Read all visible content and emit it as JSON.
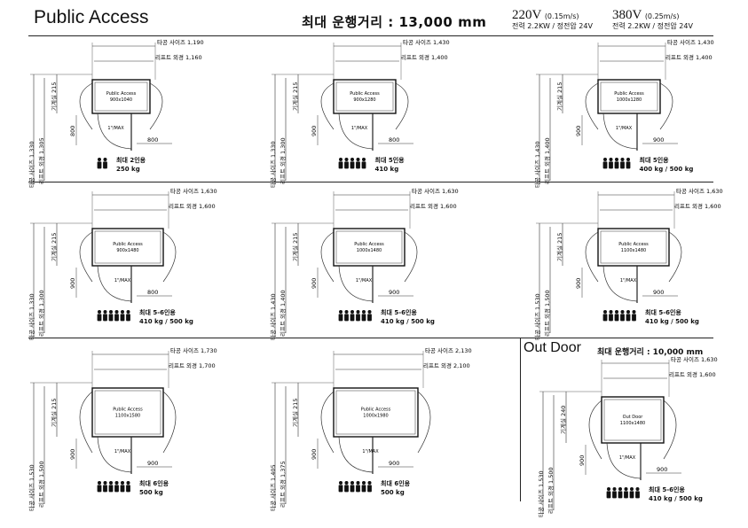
{
  "header": {
    "title": "Public Access",
    "max_travel": "최대 운행거리 : 13,000 mm",
    "v220": "220V",
    "v220_speed": "(0.15m/s)",
    "v220_power": "전력 2.2KW / 정전압 24V",
    "v380": "380V",
    "v380_speed": "(0.25m/s)",
    "v380_power": "전력 2.2KW / 정전압 24V"
  },
  "labels": {
    "hole": "타공 사이즈",
    "lift": "리프트 외경",
    "machine": "기계실",
    "max": "1\"/MAX"
  },
  "outdoor": {
    "title": "Out Door",
    "max_travel": "최대 운행거리 : 10,000 mm"
  },
  "units": [
    {
      "hole_w": "타공 사이즈 1,190",
      "lift_w": "리프트 외경 1,160",
      "machine": "기계실 215",
      "hole_h": "타공 사이즈 1,330",
      "lift_h": "리프트 외경 1,305",
      "door_v": "800",
      "door_h": "800",
      "inner1": "Public Access",
      "inner2": "900x1040",
      "cap1": "최대 2인용",
      "cap2": "250 kg",
      "people": 2
    },
    {
      "hole_w": "타공 사이즈 1,430",
      "lift_w": "리프트 외경 1,400",
      "machine": "기계실 215",
      "hole_h": "타공 사이즈 1,330",
      "lift_h": "리프트 외경 1,300",
      "door_v": "900",
      "door_h": "800",
      "inner1": "Public Access",
      "inner2": "900x1280",
      "cap1": "최대 5인용",
      "cap2": "410 kg",
      "people": 5
    },
    {
      "hole_w": "타공 사이즈 1,430",
      "lift_w": "리프트 외경 1,400",
      "machine": "기계실 215",
      "hole_h": "타공 사이즈 1,430",
      "lift_h": "리프트 외경 1,400",
      "door_v": "900",
      "door_h": "900",
      "inner1": "Public Access",
      "inner2": "1000x1280",
      "cap1": "최대 5인용",
      "cap2": "400 kg / 500 kg",
      "people": 5
    },
    {
      "hole_w": "타공 사이즈 1,630",
      "lift_w": "리프트 외경 1,600",
      "machine": "기계실 215",
      "hole_h": "타공 사이즈 1,330",
      "lift_h": "리프트 외경 1,300",
      "door_v": "900",
      "door_h": "800",
      "inner1": "Public Access",
      "inner2": "900x1480",
      "cap1": "최대 5-6인용",
      "cap2": "410 kg / 500 kg",
      "people": 6
    },
    {
      "hole_w": "타공 사이즈 1,630",
      "lift_w": "리프트 외경 1,600",
      "machine": "기계실 215",
      "hole_h": "타공 사이즈 1,430",
      "lift_h": "리프트 외경 1,400",
      "door_v": "900",
      "door_h": "900",
      "inner1": "Public Access",
      "inner2": "1000x1480",
      "cap1": "최대 5-6인용",
      "cap2": "410 kg / 500 kg",
      "people": 6
    },
    {
      "hole_w": "타공 사이즈 1,630",
      "lift_w": "리프트 외경 1,600",
      "machine": "기계실 215",
      "hole_h": "타공 사이즈 1,530",
      "lift_h": "리프트 외경 1,500",
      "door_v": "900",
      "door_h": "900",
      "inner1": "Public Access",
      "inner2": "1100x1480",
      "cap1": "최대 5-6인용",
      "cap2": "410 kg / 500 kg",
      "people": 6
    },
    {
      "hole_w": "타공 사이즈 1,730",
      "lift_w": "리프트 외경 1,700",
      "machine": "기계실 215",
      "hole_h": "타공 사이즈 1,530",
      "lift_h": "리프트 외경 1,500",
      "door_v": "900",
      "door_h": "900",
      "inner1": "Public Access",
      "inner2": "1100x1580",
      "cap1": "최대 6인용",
      "cap2": "500 kg",
      "people": 6
    },
    {
      "hole_w": "타공 사이즈 2,130",
      "lift_w": "리프트 외경 2,100",
      "machine": "기계실 215",
      "hole_h": "타공 사이즈 1,405",
      "lift_h": "리프트 외경 1,375",
      "door_v": "900",
      "door_h": "900",
      "inner1": "Public Access",
      "inner2": "1000x1980",
      "cap1": "최대 6인용",
      "cap2": "500 kg",
      "people": 6
    },
    {
      "hole_w": "타공 사이즈 1,630",
      "lift_w": "리프트 외경 1,600",
      "machine": "기계실 240",
      "hole_h": "타공 사이즈 1,530",
      "lift_h": "리프트 외경 1,500",
      "door_v": "900",
      "door_h": "900",
      "inner1": "Out Door",
      "inner2": "1100x1480",
      "cap1": "최대 5-6인용",
      "cap2": "410 kg / 500 kg",
      "people": 6
    }
  ]
}
